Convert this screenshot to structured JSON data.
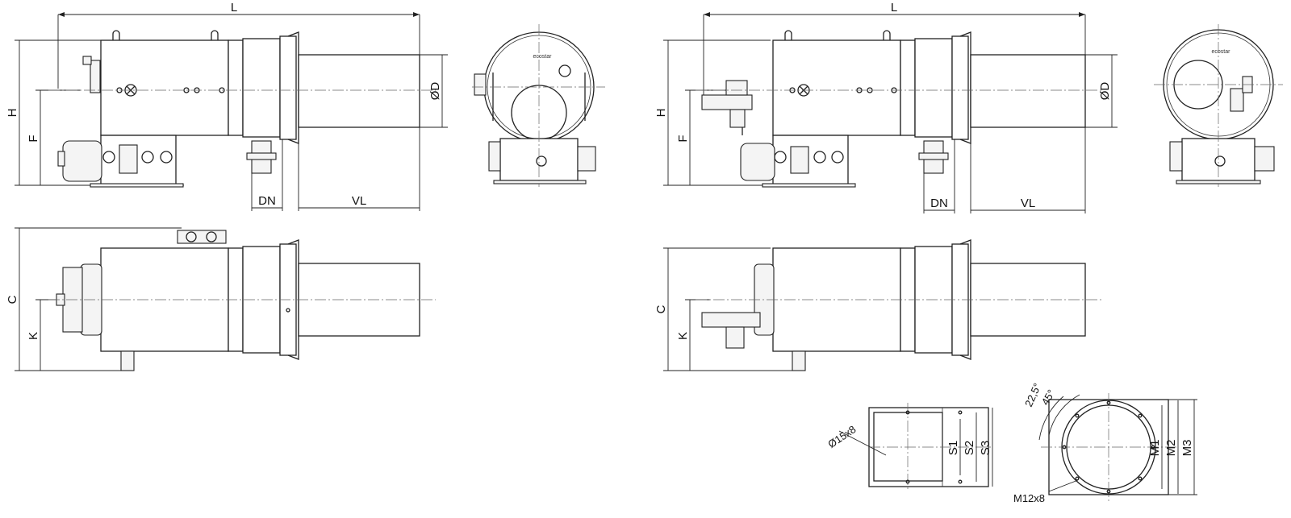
{
  "dimension_labels": {
    "L": "L",
    "H": "H",
    "F": "F",
    "OD": "ØD",
    "DN": "DN",
    "VL": "VL",
    "C": "C",
    "K": "K"
  },
  "flange_labels": {
    "hole": "Ø15x8",
    "S1": "S1",
    "S2": "S2",
    "S3": "S3",
    "angle1": "22,5°",
    "angle2": "45°",
    "thread": "M12x8",
    "M1": "M1",
    "M2": "M2",
    "M3": "M3"
  },
  "brand_mark": "ecostar"
}
